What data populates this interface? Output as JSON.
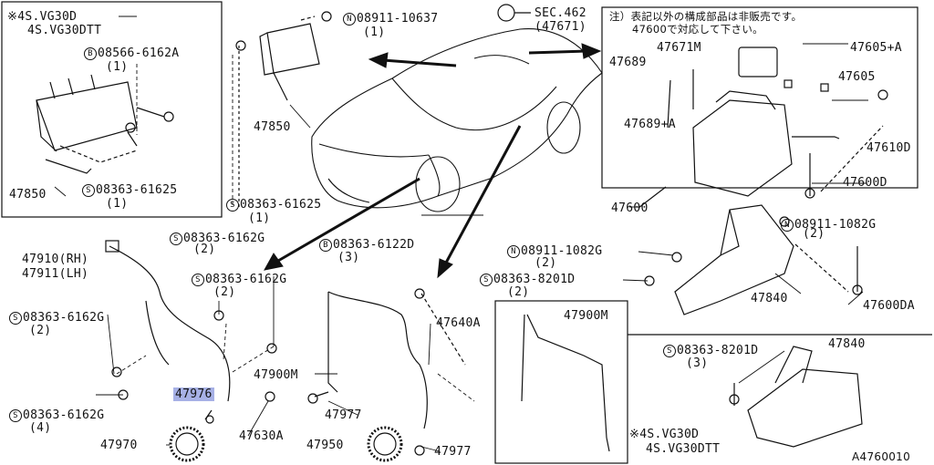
{
  "labels": {
    "star_vg30d": "※4S.VG30D",
    "vg30dtt": "4S.VG30DTT",
    "b_08566": "08566-6162A",
    "qty1_a": "(1)",
    "p47850_left": "47850",
    "s_08363_61625_left": "08363-61625",
    "qty1_b": "(1)",
    "n_08911_10637": "08911-10637",
    "qty1_c": "(1)",
    "p47850_mid": "47850",
    "s_08363_61625_mid": "08363-61625",
    "qty1_d": "(1)",
    "sec462": "SEC.462",
    "p47671": "(47671)",
    "note_line1": "注）表記以外の構成部品は非販売です。",
    "note_line2": "47600で対応して下さい。",
    "p47671m": "47671M",
    "p47605a": "47605+A",
    "p47689": "47689",
    "p47605": "47605",
    "p47689a": "47689+A",
    "p47610d": "47610D",
    "p47600d": "47600D",
    "p47600": "47600",
    "n_08911_1082g_r": "08911-1082G",
    "qty2_r": "(2)",
    "n_08911_1082g_l": "08911-1082G",
    "qty2_l": "(2)",
    "s_08363_8201d": "08363-8201D",
    "qty2_s": "(2)",
    "p47840": "47840",
    "p47600da": "47600DA",
    "p47910": "47910(RH)",
    "p47911": "47911(LH)",
    "s_6162g_top": "08363-6162G",
    "qty2_t": "(2)",
    "s_6162g_mid": "08363-6162G",
    "qty2_m": "(2)",
    "s_6162g_left": "08363-6162G",
    "qty2_lf": "(2)",
    "b_08363_6122d": "08363-6122D",
    "qty3_b": "(3)",
    "p47640a": "47640A",
    "p47900m_a": "47900M",
    "p47900m_b": "47900M",
    "p47976": "47976",
    "s_6162g_bot": "08363-6162G",
    "qty4": "(4)",
    "p47977_a": "47977",
    "p47977_b": "47977",
    "p47970": "47970",
    "p47630a": "47630A",
    "p47950": "47950",
    "s_8201d_br": "08363-8201D",
    "qty3_br": "(3)",
    "p47840_br": "47840",
    "star_vg30d_br": "※4S.VG30D",
    "vg30dtt_br": "4S.VG30DTT",
    "ref": "A4760010",
    "circle_b": "B",
    "circle_n": "N",
    "circle_s": "S"
  },
  "colors": {
    "line": "#111111",
    "highlight": "#a7b1e6"
  }
}
